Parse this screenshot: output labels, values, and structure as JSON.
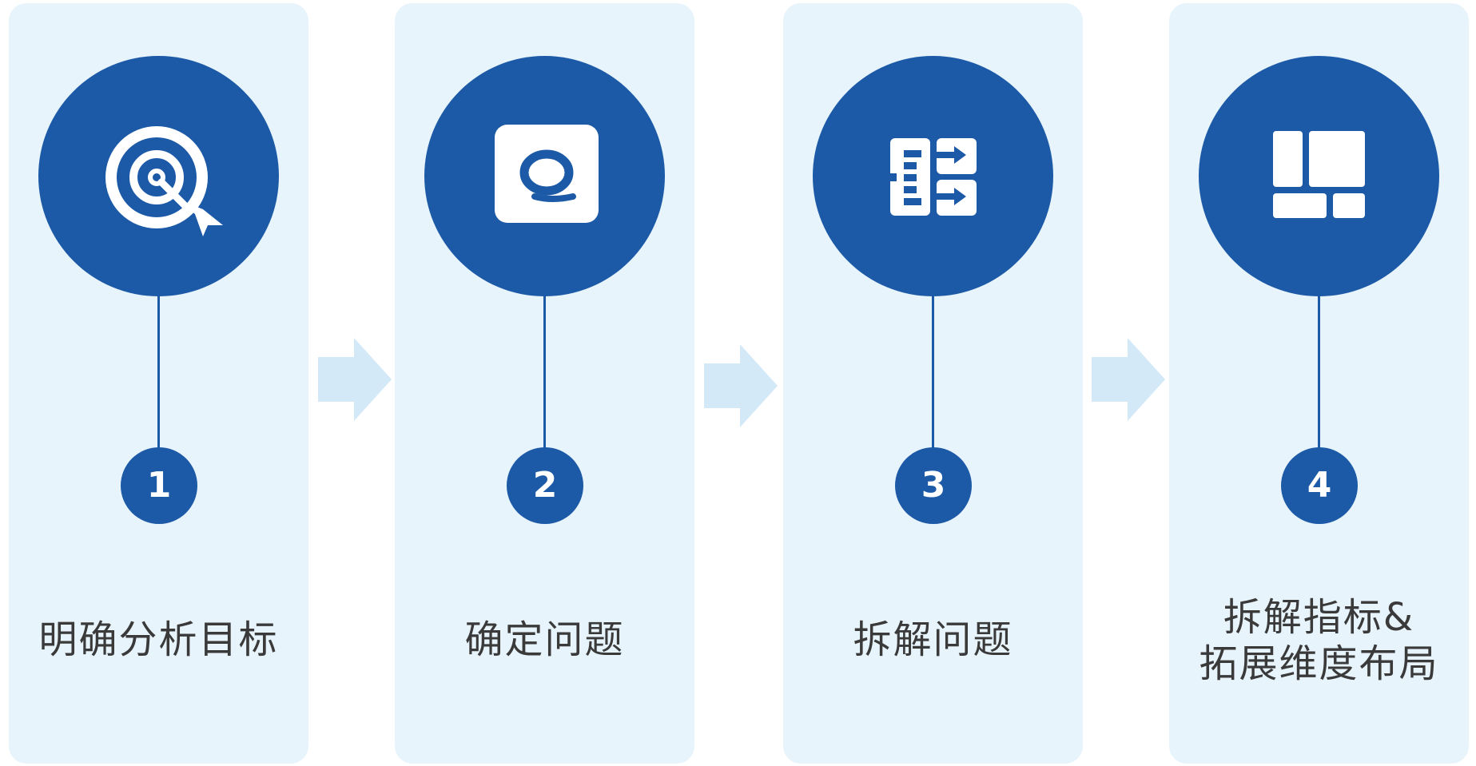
{
  "steps": [
    {
      "number": "1",
      "label": [
        "明确分析目标"
      ],
      "icon": "target-search-icon"
    },
    {
      "number": "2",
      "label": [
        "确定问题"
      ],
      "icon": "question-box-icon"
    },
    {
      "number": "3",
      "label": [
        "拆解问题"
      ],
      "icon": "breakdown-arrows-icon"
    },
    {
      "number": "4",
      "label": [
        "拆解指标&",
        "拓展维度布局"
      ],
      "icon": "layout-grid-icon"
    }
  ],
  "colors": {
    "panel": "#e8f4fc",
    "primary": "#1c5aa8",
    "arrow": "#d3e9f8",
    "text": "#3a3a3a"
  }
}
